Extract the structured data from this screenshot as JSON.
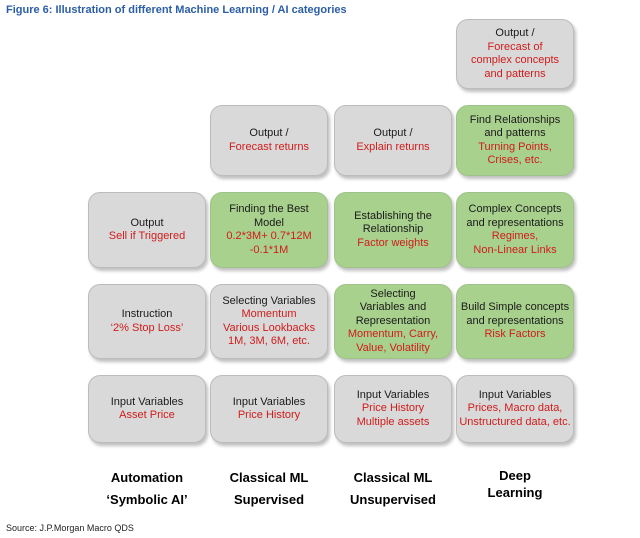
{
  "figure_title": "Figure 6: Illustration of different Machine Learning / AI categories",
  "source": "Source: J.P.Morgan Macro QDS",
  "columns": [
    {
      "label": [
        "Automation",
        "‘Symbolic AI’"
      ],
      "boxes": [
        {
          "title": [
            "Input Variables"
          ],
          "body": [
            "Asset Price"
          ]
        },
        {
          "title": [
            "Instruction"
          ],
          "body": [
            "‘2% Stop Loss’"
          ]
        },
        {
          "title": [
            "Output"
          ],
          "body": [
            "Sell if Triggered"
          ]
        }
      ]
    },
    {
      "label": [
        "Classical ML",
        "Supervised"
      ],
      "boxes": [
        {
          "title": [
            "Input Variables"
          ],
          "body": [
            "Price History"
          ]
        },
        {
          "title": [
            "Selecting Variables"
          ],
          "body": [
            "Momentum",
            "Various Lookbacks",
            "1M, 3M, 6M, etc."
          ]
        },
        {
          "title": [
            "Finding the Best",
            "Model"
          ],
          "body": [
            "0.2*3M+ 0.7*12M",
            "-0.1*1M"
          ]
        },
        {
          "title": [
            "Output /"
          ],
          "body": [
            "Forecast returns"
          ]
        }
      ]
    },
    {
      "label": [
        "Classical ML",
        "Unsupervised"
      ],
      "boxes": [
        {
          "title": [
            "Input Variables"
          ],
          "body": [
            "Price History",
            "Multiple assets"
          ]
        },
        {
          "title": [
            "Selecting",
            "Variables and",
            "Representation"
          ],
          "body": [
            "Momentum, Carry,",
            "Value, Volatility"
          ]
        },
        {
          "title": [
            "Establishing the",
            "Relationship"
          ],
          "body": [
            "Factor weights"
          ]
        },
        {
          "title": [
            "Output /"
          ],
          "body": [
            "Explain returns"
          ]
        }
      ]
    },
    {
      "label": [
        "Deep",
        "Learning"
      ],
      "boxes": [
        {
          "title": [
            "Input Variables"
          ],
          "body": [
            "Prices, Macro data,",
            "Unstructured data, etc."
          ]
        },
        {
          "title": [
            "Build Simple concepts",
            "and representations"
          ],
          "body": [
            "Risk Factors"
          ]
        },
        {
          "title": [
            "Complex Concepts",
            "and representations"
          ],
          "body": [
            "Regimes,",
            "Non-Linear Links"
          ]
        },
        {
          "title": [
            "Find Relationships",
            "and patterns"
          ],
          "body": [
            "Turning Points,",
            "Crises, etc."
          ]
        },
        {
          "title": [
            "Output /"
          ],
          "body": [
            "Forecast of",
            "complex concepts",
            "and patterns"
          ]
        }
      ]
    }
  ],
  "colors": {
    "title_blue": "#2b5ea8",
    "box_gray": "#d9d9d9",
    "box_green": "#a9d18e",
    "body_red": "#d01c1c"
  }
}
